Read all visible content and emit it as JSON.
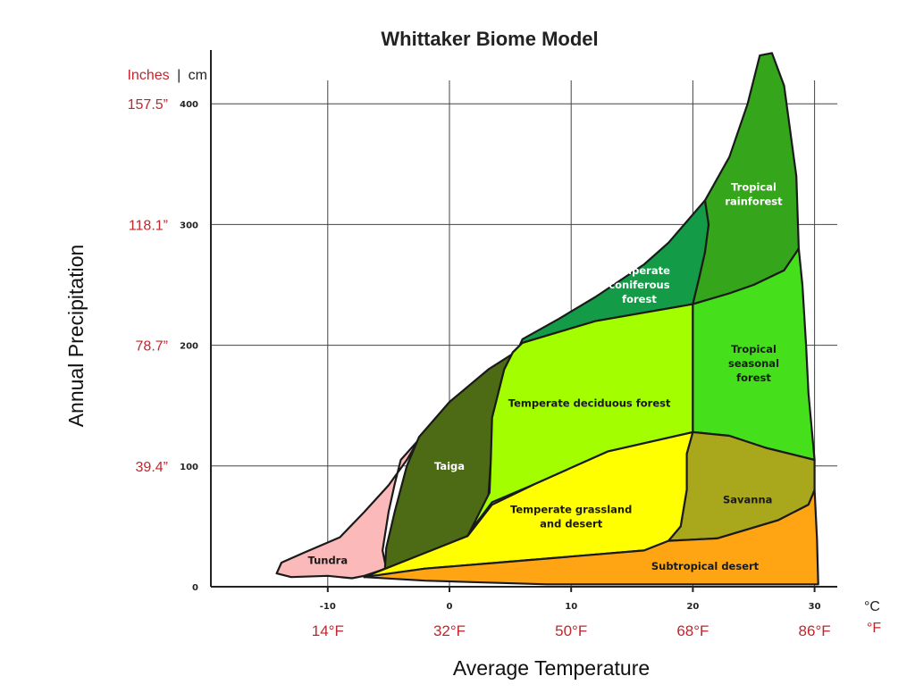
{
  "chart_data": {
    "type": "area",
    "title": "Whittaker Biome Model",
    "xlabel": "Average Temperature",
    "ylabel": "Annual Precipitation",
    "x_unit_primary": "°C",
    "x_unit_secondary": "°F",
    "y_unit_primary": "cm",
    "y_unit_secondary": "Inches",
    "y_unit_separator": "|",
    "xlim": [
      -20,
      32
    ],
    "ylim": [
      0,
      440
    ],
    "grid": true,
    "x_ticks_c": [
      "-10",
      "0",
      "10",
      "20",
      "30"
    ],
    "x_ticks_f": [
      {
        "label": "14°F",
        "c": -10
      },
      {
        "label": "32°F",
        "c": 0
      },
      {
        "label": "50°F",
        "c": 10
      },
      {
        "label": "68°F",
        "c": 20
      },
      {
        "label": "86°F",
        "c": 30
      }
    ],
    "y_ticks_cm": [
      "0",
      "100",
      "200",
      "300",
      "400"
    ],
    "y_ticks_in": [
      {
        "label": "39.4”",
        "cm": 100
      },
      {
        "label": "78.7”",
        "cm": 200
      },
      {
        "label": "118.1”",
        "cm": 300
      },
      {
        "label": "157.5”",
        "cm": 400
      }
    ],
    "biomes": [
      {
        "name": "Tundra",
        "color": "#fbb9b9",
        "label_color": "#1a1a1a",
        "label_at": [
          -10,
          22
        ],
        "polygon": [
          [
            -8,
            7
          ],
          [
            -10,
            9
          ],
          [
            -13,
            8
          ],
          [
            -14.2,
            11
          ],
          [
            -13.8,
            20
          ],
          [
            -12,
            28
          ],
          [
            -9,
            41
          ],
          [
            -7,
            62
          ],
          [
            -5,
            84
          ],
          [
            -3.5,
            105
          ],
          [
            -2.5,
            122
          ],
          [
            -4,
            105
          ],
          [
            -4.5,
            85
          ],
          [
            -5,
            62
          ],
          [
            -5.5,
            30
          ],
          [
            -5.2,
            15
          ],
          [
            -7,
            9
          ]
        ]
      },
      {
        "name": "Taiga",
        "color": "#4d6b14",
        "label_color": "#ffffff",
        "label_at": [
          0,
          100
        ],
        "polygon": [
          [
            -7,
            8
          ],
          [
            -5.3,
            15
          ],
          [
            -5.2,
            32
          ],
          [
            -4.5,
            62
          ],
          [
            -3.5,
            100
          ],
          [
            -2.5,
            124
          ],
          [
            0,
            153
          ],
          [
            3.2,
            180
          ],
          [
            6,
            198
          ],
          [
            4,
            158
          ],
          [
            3.6,
            144
          ],
          [
            3.4,
            105
          ],
          [
            3.2,
            75
          ],
          [
            1.8,
            48
          ],
          [
            1.5,
            42
          ],
          [
            -2,
            28
          ]
        ]
      },
      {
        "name": "Temperate coniferous forest",
        "color": "#139b47",
        "label_color": "#ffffff",
        "label_at": [
          15.6,
          250
        ],
        "lines": [
          "Temperate",
          "coniferous",
          "forest"
        ],
        "polygon": [
          [
            4,
            160
          ],
          [
            6,
            205
          ],
          [
            9,
            222
          ],
          [
            12,
            240
          ],
          [
            16,
            267
          ],
          [
            18,
            285
          ],
          [
            21,
            320
          ],
          [
            21.3,
            300
          ],
          [
            21,
            277
          ],
          [
            20.5,
            255
          ],
          [
            20,
            234
          ],
          [
            16,
            227
          ],
          [
            12,
            220
          ],
          [
            9,
            211
          ],
          [
            6,
            202
          ],
          [
            5.2,
            194
          ],
          [
            4.5,
            180
          ]
        ]
      },
      {
        "name": "Tropical rainforest",
        "color": "#35a51b",
        "label_color": "#ffffff",
        "label_at": [
          25,
          325
        ],
        "lines": [
          "Tropical",
          "rainforest"
        ],
        "polygon": [
          [
            21,
            320
          ],
          [
            23,
            356
          ],
          [
            24.5,
            400
          ],
          [
            25.5,
            440
          ],
          [
            26.5,
            442
          ],
          [
            27.5,
            415
          ],
          [
            28.5,
            340
          ],
          [
            28.7,
            280
          ],
          [
            27.5,
            262
          ],
          [
            25,
            250
          ],
          [
            23,
            243
          ],
          [
            20,
            234
          ],
          [
            20.5,
            255
          ],
          [
            21,
            277
          ],
          [
            21.3,
            300
          ]
        ]
      },
      {
        "name": "Temperate deciduous forest",
        "color": "#a3ff00",
        "label_color": "#1a1a1a",
        "label_at": [
          11.5,
          152
        ],
        "polygon": [
          [
            4,
            160
          ],
          [
            4.5,
            180
          ],
          [
            5.2,
            194
          ],
          [
            6,
            202
          ],
          [
            9,
            211
          ],
          [
            12,
            220
          ],
          [
            16,
            227
          ],
          [
            20,
            234
          ],
          [
            20,
            200
          ],
          [
            20,
            166
          ],
          [
            20,
            138
          ],
          [
            20,
            128
          ],
          [
            13,
            112
          ],
          [
            7,
            85
          ],
          [
            3.5,
            70
          ],
          [
            2,
            50
          ],
          [
            1.5,
            42
          ],
          [
            3.3,
            78
          ],
          [
            3.4,
            105
          ],
          [
            3.5,
            140
          ]
        ]
      },
      {
        "name": "Tropical seasonal forest",
        "color": "#45e01b",
        "label_color": "#1a1a1a",
        "label_at": [
          25,
          185
        ],
        "lines": [
          "Tropical",
          "seasonal",
          "forest"
        ],
        "polygon": [
          [
            20,
            234
          ],
          [
            23,
            243
          ],
          [
            25,
            250
          ],
          [
            27.5,
            262
          ],
          [
            28.7,
            280
          ],
          [
            29,
            250
          ],
          [
            29.3,
            200
          ],
          [
            29.5,
            160
          ],
          [
            29.8,
            127
          ],
          [
            30,
            105
          ],
          [
            26,
            115
          ],
          [
            23,
            125
          ],
          [
            20,
            128
          ],
          [
            20,
            166
          ],
          [
            20,
            200
          ]
        ]
      },
      {
        "name": "Temperate grassland and desert",
        "color": "#ffff00",
        "label_color": "#1a1a1a",
        "label_at": [
          10,
          58
        ],
        "lines": [
          "Temperate grassland",
          "and desert"
        ],
        "polygon": [
          [
            -7,
            8
          ],
          [
            -2,
            28
          ],
          [
            1.5,
            42
          ],
          [
            3.5,
            68
          ],
          [
            7,
            85
          ],
          [
            13,
            112
          ],
          [
            20,
            128
          ],
          [
            19.5,
            110
          ],
          [
            19.5,
            80
          ],
          [
            19,
            50
          ],
          [
            18,
            38
          ],
          [
            16,
            30
          ],
          [
            10,
            25
          ],
          [
            4,
            20
          ],
          [
            -2,
            15
          ]
        ]
      },
      {
        "name": "Savanna",
        "color": "#a9a71b",
        "label_color": "#1a1a1a",
        "label_at": [
          24.5,
          72
        ],
        "polygon": [
          [
            20,
            128
          ],
          [
            23,
            125
          ],
          [
            26,
            115
          ],
          [
            30,
            105
          ],
          [
            30,
            80
          ],
          [
            29.5,
            68
          ],
          [
            27,
            55
          ],
          [
            22,
            40
          ],
          [
            18,
            38
          ],
          [
            19,
            50
          ],
          [
            19.5,
            80
          ],
          [
            19.5,
            110
          ]
        ]
      },
      {
        "name": "Subtropical desert",
        "color": "#ffa514",
        "label_color": "#1a1a1a",
        "label_at": [
          21,
          17
        ],
        "polygon": [
          [
            -7,
            8
          ],
          [
            -2,
            15
          ],
          [
            4,
            20
          ],
          [
            10,
            25
          ],
          [
            16,
            30
          ],
          [
            18,
            38
          ],
          [
            22,
            40
          ],
          [
            27,
            55
          ],
          [
            29.5,
            68
          ],
          [
            30,
            80
          ],
          [
            30.2,
            40
          ],
          [
            30.3,
            2
          ],
          [
            18,
            2
          ],
          [
            8,
            2
          ],
          [
            -2,
            5
          ]
        ]
      }
    ]
  }
}
